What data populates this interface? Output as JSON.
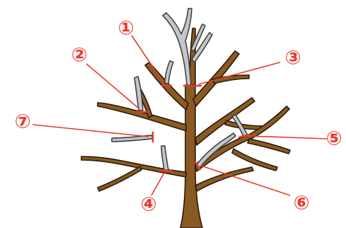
{
  "colors": {
    "trunk": "#8a5a22",
    "trunk_outline": "#2a1a0a",
    "pruned": "#c3c7ca",
    "pruned_outline": "#3a3a3a",
    "cut_mark": "#e83a2a",
    "label": "#e83a2a",
    "leader": "#e83a2a"
  },
  "markers": [
    {
      "id": 1,
      "glyph": "①",
      "icon": "circled-number-1"
    },
    {
      "id": 2,
      "glyph": "②",
      "icon": "circled-number-2"
    },
    {
      "id": 3,
      "glyph": "③",
      "icon": "circled-number-3"
    },
    {
      "id": 4,
      "glyph": "④",
      "icon": "circled-number-4"
    },
    {
      "id": 5,
      "glyph": "⑤",
      "icon": "circled-number-5"
    },
    {
      "id": 6,
      "glyph": "⑥",
      "icon": "circled-number-6"
    },
    {
      "id": 7,
      "glyph": "⑦",
      "icon": "circled-number-7"
    }
  ]
}
